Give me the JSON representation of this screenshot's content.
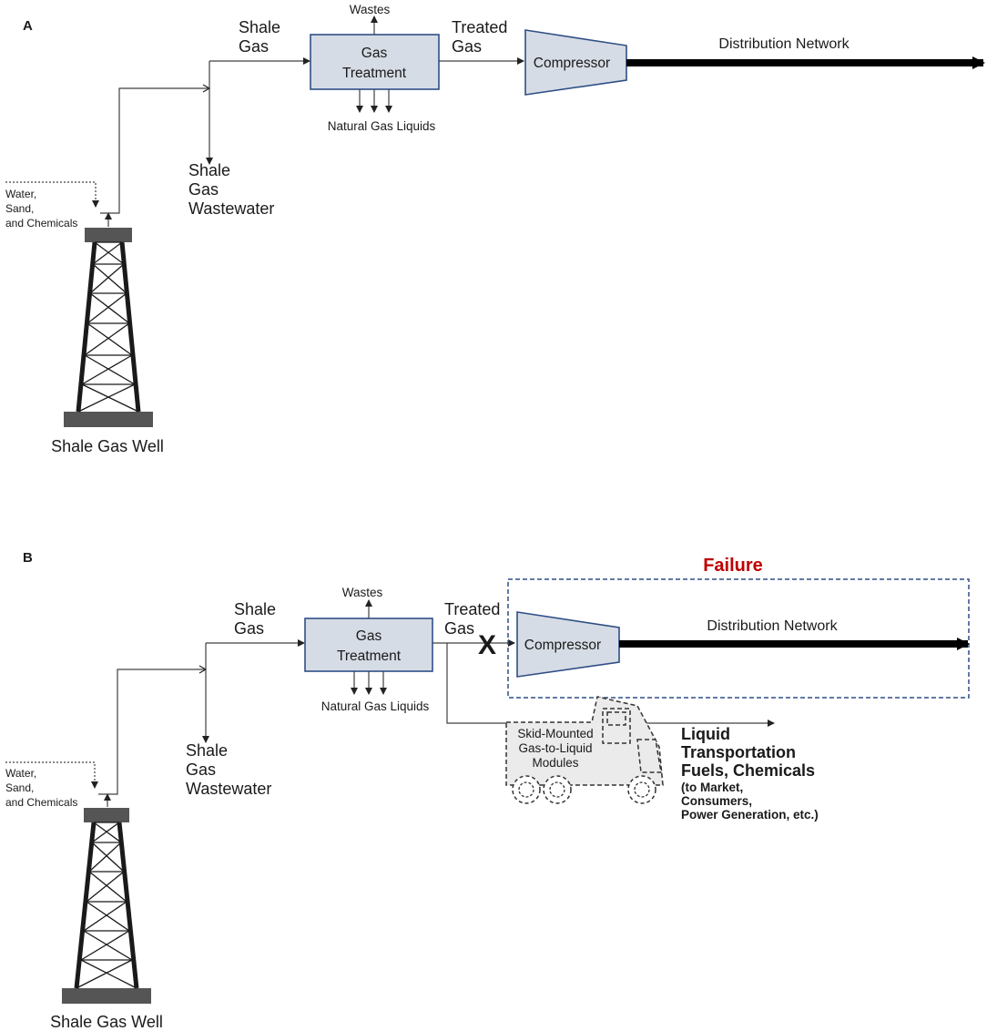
{
  "panels": [
    {
      "letter": "A",
      "shale_gas": [
        "Shale",
        "Gas"
      ],
      "wastes": "Wastes",
      "gas_treatment": [
        "Gas",
        "Treatment"
      ],
      "natural_gas_liquids": "Natural Gas Liquids",
      "treated_gas": [
        "Treated",
        "Gas"
      ],
      "compressor": "Compressor",
      "distribution_network": "Distribution Network",
      "wastewater": [
        "Shale",
        "Gas",
        "Wastewater"
      ],
      "inputs": [
        "Water,",
        "Sand,",
        "and Chemicals"
      ],
      "well": "Shale Gas Well"
    },
    {
      "letter": "B",
      "failure": "Failure",
      "failure_mark": "X",
      "shale_gas": [
        "Shale",
        "Gas"
      ],
      "wastes": "Wastes",
      "gas_treatment": [
        "Gas",
        "Treatment"
      ],
      "natural_gas_liquids": "Natural Gas Liquids",
      "treated_gas": [
        "Treated",
        "Gas"
      ],
      "compressor": "Compressor",
      "distribution_network": "Distribution Network",
      "wastewater": [
        "Shale",
        "Gas",
        "Wastewater"
      ],
      "inputs": [
        "Water,",
        "Sand,",
        "and Chemicals"
      ],
      "well": "Shale Gas Well",
      "gtl_modules": [
        "Skid-Mounted",
        "Gas-to-Liquid",
        "Modules"
      ],
      "products_bold": [
        "Liquid",
        "Transportation",
        "Fuels, Chemicals"
      ],
      "products_note": [
        "(to Market,",
        "Consumers,",
        "Power Generation, etc.)"
      ]
    }
  ],
  "colors": {
    "box_fill": "#d6dce5",
    "box_stroke": "#2f4f86",
    "failure_text": "#c00000",
    "failure_box": "#2f4f86"
  }
}
